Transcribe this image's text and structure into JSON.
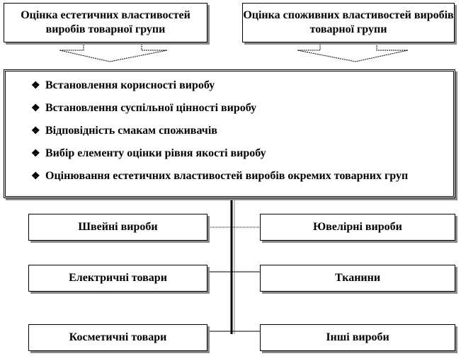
{
  "top_boxes": [
    {
      "text": "Оцінка естетичних властивостей виробів товарної групи"
    },
    {
      "text": "Оцінка споживних властивостей виробів товарної групи"
    }
  ],
  "main_box": {
    "bullet_icon": "diamond-quad-icon",
    "items": [
      "Встановлення корисності виробу",
      "Встановлення суспільної цінності виробу",
      "Відповідність смакам споживачів",
      "Вибір елементу оцінки рівня якості виробу",
      "Оцінювання естетичних властивостей виробів окремих товарних груп"
    ]
  },
  "left_boxes": [
    "Швейні вироби",
    "Електричні товари",
    "Косметичні товари"
  ],
  "right_boxes": [
    "Ювелірні вироби",
    "Тканини",
    "Інші вироби"
  ]
}
